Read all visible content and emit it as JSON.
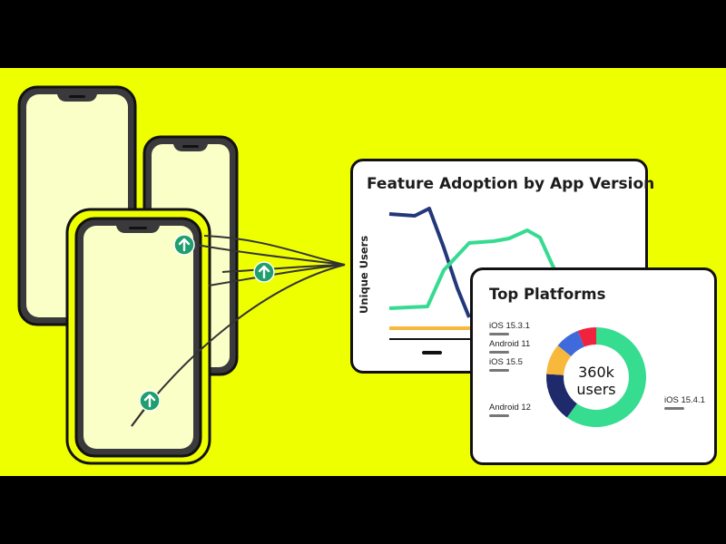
{
  "feature_card": {
    "title": "Feature Adoption by App Version",
    "y_label": "Unique Users"
  },
  "platforms_card": {
    "title": "Top Platforms",
    "center_value": "360k",
    "center_unit": "users",
    "labels": [
      "iOS 15.3.1",
      "Android 11",
      "iOS 15.5",
      "Android 12",
      "iOS 15.4.1"
    ]
  },
  "colors": {
    "background": "#EEFF00",
    "frame": "#000000",
    "phone_body": "#3A3A3C",
    "phone_screen": "#F9FFC7",
    "highlight": "#EEFF00",
    "badge": "#1F9E6E",
    "line_navy": "#23387A",
    "line_green": "#35DB90",
    "line_orange": "#F7B83B",
    "donut_green": "#36DC8F",
    "donut_navy": "#1E2A6B",
    "donut_orange": "#F7B83B",
    "donut_blue": "#3F6ADB",
    "donut_red": "#F0233E"
  },
  "icons": [
    "arrow-up-icon"
  ]
}
